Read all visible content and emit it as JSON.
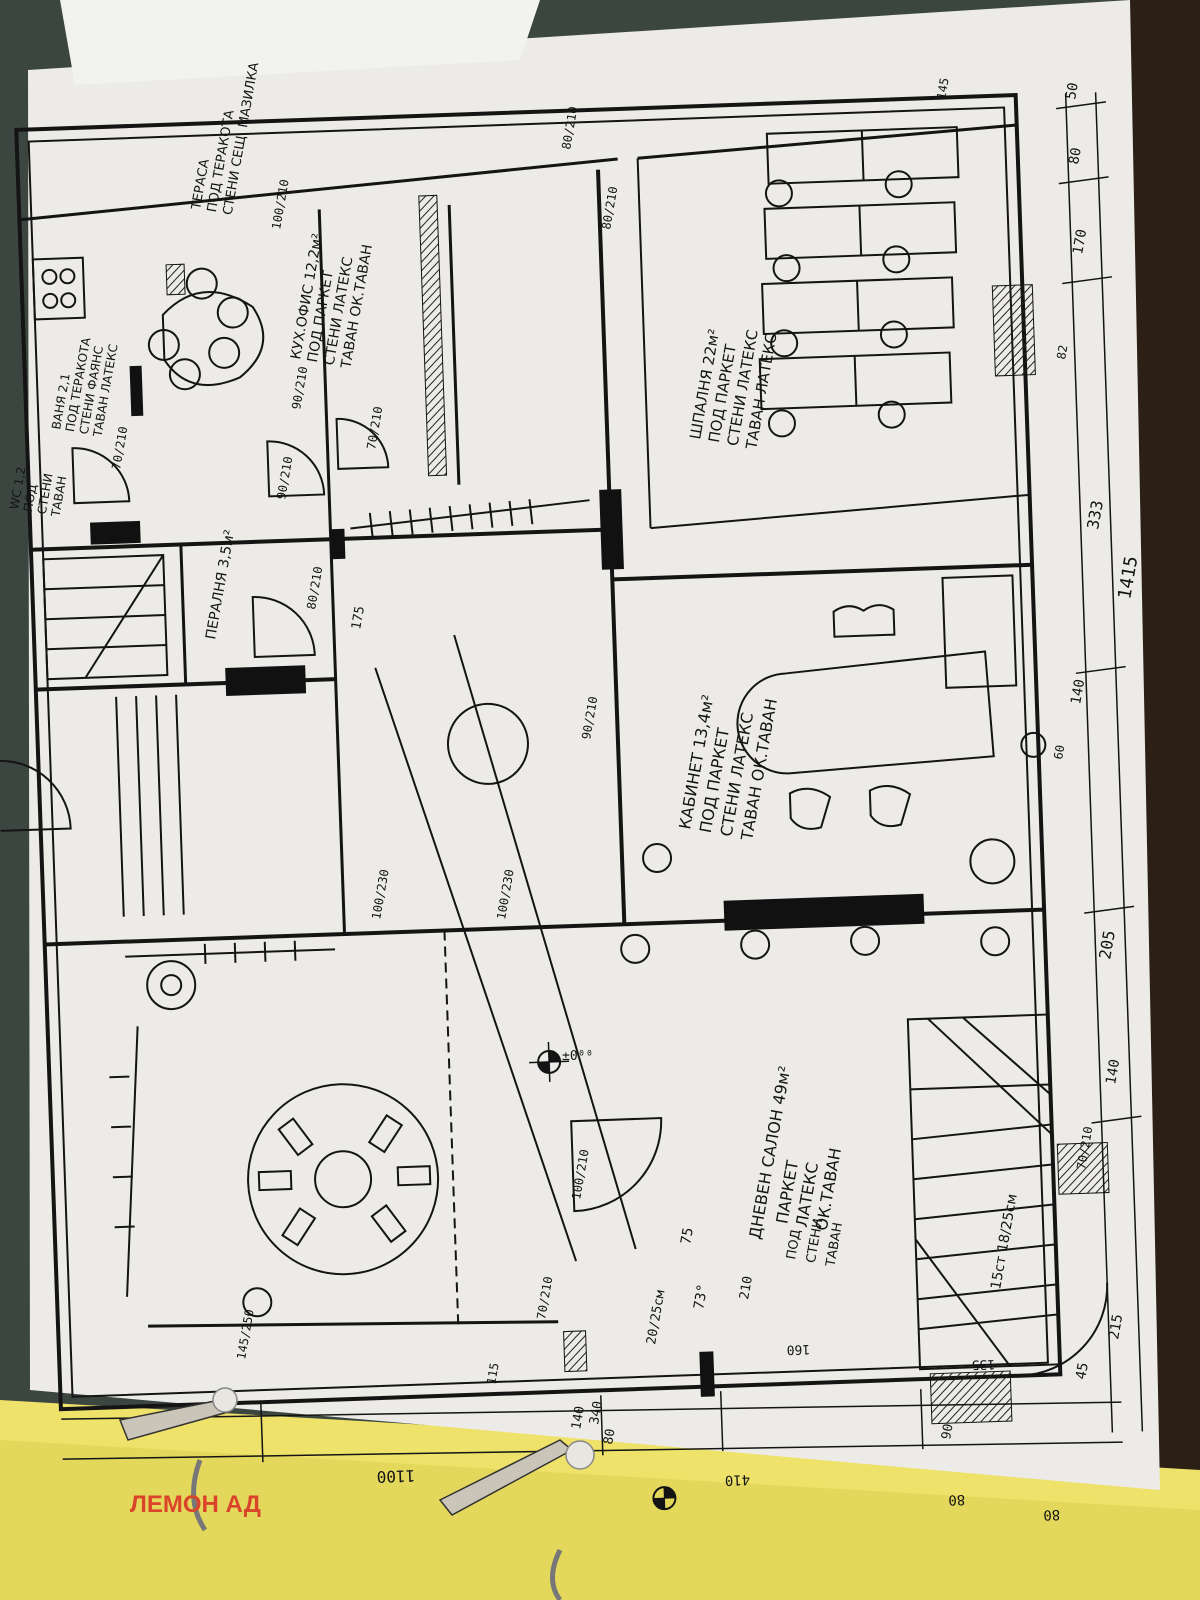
{
  "watermark": "ЛЕМОН АД",
  "rooms": {
    "terrace": [
      "ТЕРАСА",
      "ПОД ТЕРАКОТА",
      "СТЕНИ СЕЩ. МАЗИЛКА"
    ],
    "kitchen": [
      "КУХ.ОФИС 12,2м²",
      "ПОД ПАРКЕТ",
      "СТЕНИ ЛАТЕКС",
      "ТАВАН ОК.ТАВАН"
    ],
    "bathroom": [
      "ВАНЯ 2,1",
      "ПОД ТЕРАКОТА",
      "СТЕНИ ФАЯНС",
      "ТАВАН ЛАТЕКС"
    ],
    "wc": [
      "WC 1,2",
      "ПОД",
      "СТЕНИ",
      "ТАВАН"
    ],
    "laundry": [
      "ПЕРАЛНЯ 3,5м²"
    ],
    "bedroom": [
      "ШПАЛНЯ 22м²",
      "ПОД ПАРКЕТ",
      "СТЕНИ ЛАТЕКС",
      "ТАВАН ЛАТЕКС"
    ],
    "office": [
      "КАБИНЕТ 13,4м²",
      "ПОД ПАРКЕТ",
      "СТЕНИ ЛАТЕКС",
      "ТАВАН ОК.ТАВАН"
    ],
    "salon": [
      "ДНЕВЕН САЛОН 49м²",
      "ПАРКЕТ",
      "ЛАТЕКС",
      "ОК.ТАВАН"
    ],
    "salon_finish_labels": [
      "ПОД",
      "СТЕНИ",
      "ТАВАН"
    ],
    "stairs": [
      "15ст 18/25см"
    ]
  },
  "dimensions": {
    "total": "1415",
    "d333": "333",
    "d205": "205",
    "d170": "170",
    "d80": "80",
    "d50": "50",
    "d140": "140",
    "d60": "60",
    "d82": "82",
    "d215": "215",
    "d45": "45",
    "d1100": "1100",
    "d410": "410",
    "d80b": "80",
    "d80c": "80",
    "d340": "340",
    "d140b": "140",
    "d115": "115",
    "d75": "75",
    "d73": "73°",
    "d210": "210",
    "d20": "20/25см",
    "d160": "160",
    "d135": "135",
    "d145": "145",
    "d90": "90",
    "d80_210": "80/210",
    "d90_210": "90/210",
    "d70_210": "70/210",
    "d80_210b": "80/210",
    "d100_210": "100/210",
    "d100_230": "100/230",
    "d100_230b": "100/230",
    "d90_210b": "90/210",
    "d145_250": "145/250",
    "d100_210b": "100/210",
    "d70_210b": "70/210",
    "d80_210c": "80/210",
    "level": "±0⁰⁰"
  }
}
